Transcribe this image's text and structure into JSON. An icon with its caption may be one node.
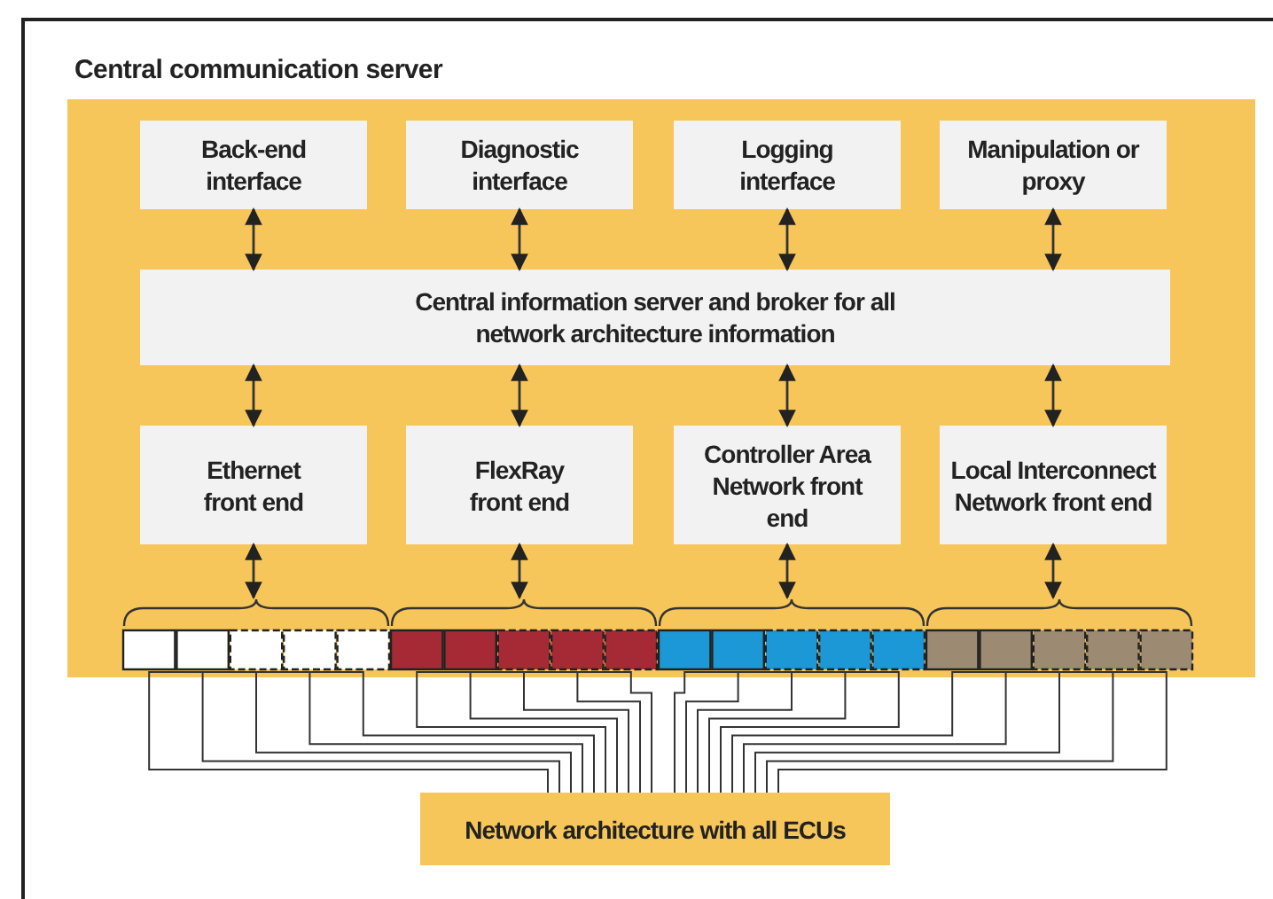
{
  "diagram": {
    "nodes": [
      {
        "text": [
          "Central communication server"
        ]
      },
      {
        "text": [
          "Back-end interface"
        ],
        "in": 0
      },
      {
        "text": [
          "Diagnostic interface"
        ],
        "in": 0
      },
      {
        "text": [
          "Logging interface"
        ],
        "in": 0
      },
      {
        "text": [
          "Manipulation or proxy"
        ],
        "in": 0
      },
      {
        "text": [
          "Central information server and broker for all network architecture information"
        ],
        "in": 0
      },
      {
        "text": [
          "Ethernet front end"
        ],
        "in": 0
      },
      {
        "text": [
          "FlexRay front end"
        ],
        "in": 0
      },
      {
        "text": [
          "Controller Area Network front end"
        ],
        "in": 0
      },
      {
        "text": [
          "Local Interconnect Network front end"
        ],
        "in": 0
      },
      {
        "text": [],
        "shape": "bar",
        "in": 0
      },
      {
        "text": [],
        "shape": "bar",
        "in": 0
      },
      {
        "text": [],
        "shape": "bar",
        "in": 0
      },
      {
        "text": [],
        "shape": "bar",
        "in": 0
      },
      {
        "text": [
          "Network architecture with all ECUs"
        ]
      }
    ],
    "edges": [
      {
        "from": 1,
        "to": 5,
        "arrow": "both"
      },
      {
        "from": 2,
        "to": 5,
        "arrow": "both"
      },
      {
        "from": 3,
        "to": 5,
        "arrow": "both"
      },
      {
        "from": 4,
        "to": 5,
        "arrow": "both"
      },
      {
        "from": 5,
        "to": 6,
        "arrow": "both"
      },
      {
        "from": 5,
        "to": 7,
        "arrow": "both"
      },
      {
        "from": 5,
        "to": 8,
        "arrow": "both"
      },
      {
        "from": 5,
        "to": 9,
        "arrow": "both"
      },
      {
        "from": 6,
        "to": 10,
        "arrow": "both"
      },
      {
        "from": 7,
        "to": 11,
        "arrow": "both"
      },
      {
        "from": 8,
        "to": 12,
        "arrow": "both"
      },
      {
        "from": 9,
        "to": 13,
        "arrow": "both"
      },
      {
        "from": 10,
        "to": 14,
        "arrow": "none"
      },
      {
        "from": 11,
        "to": 14,
        "arrow": "none"
      },
      {
        "from": 12,
        "to": 14,
        "arrow": "none"
      },
      {
        "from": 13,
        "to": 14,
        "arrow": "none"
      }
    ]
  }
}
